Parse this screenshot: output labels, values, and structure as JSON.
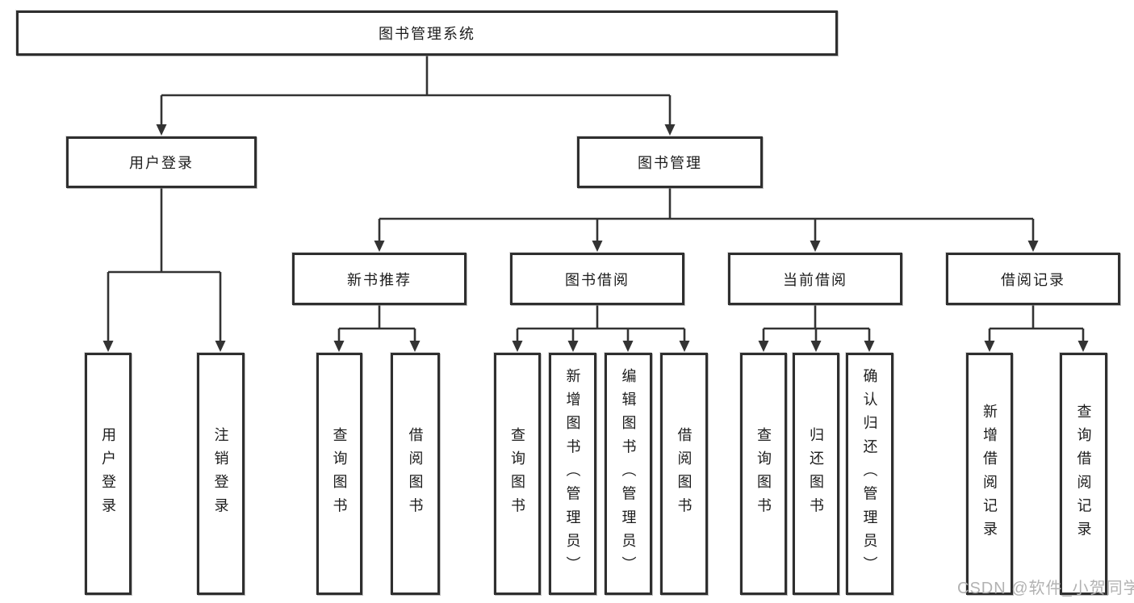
{
  "tree": {
    "root": {
      "label": "图书管理系统"
    },
    "children": [
      {
        "label": "用户登录",
        "children": [
          {
            "label": "用户登录"
          },
          {
            "label": "注销登录"
          }
        ]
      },
      {
        "label": "图书管理",
        "children": [
          {
            "label": "新书推荐",
            "children": [
              {
                "label": "查询图书"
              },
              {
                "label": "借阅图书"
              }
            ]
          },
          {
            "label": "图书借阅",
            "children": [
              {
                "label": "查询图书"
              },
              {
                "label": "新增图书（管理员）"
              },
              {
                "label": "编辑图书（管理员）"
              },
              {
                "label": "借阅图书"
              }
            ]
          },
          {
            "label": "当前借阅",
            "children": [
              {
                "label": "查询图书"
              },
              {
                "label": "归还图书"
              },
              {
                "label": "确认归还（管理员）"
              }
            ]
          },
          {
            "label": "借阅记录",
            "children": [
              {
                "label": "新增借阅记录"
              },
              {
                "label": "查询借阅记录"
              }
            ]
          }
        ]
      }
    ]
  },
  "watermark": {
    "text": "CSDN @软件_小贺同学"
  },
  "colors": {
    "line": "#333333",
    "box_border": "#2f2f2f",
    "background": "#ffffff",
    "text": "#1c1c1c",
    "watermark": "#b2b2b2"
  }
}
